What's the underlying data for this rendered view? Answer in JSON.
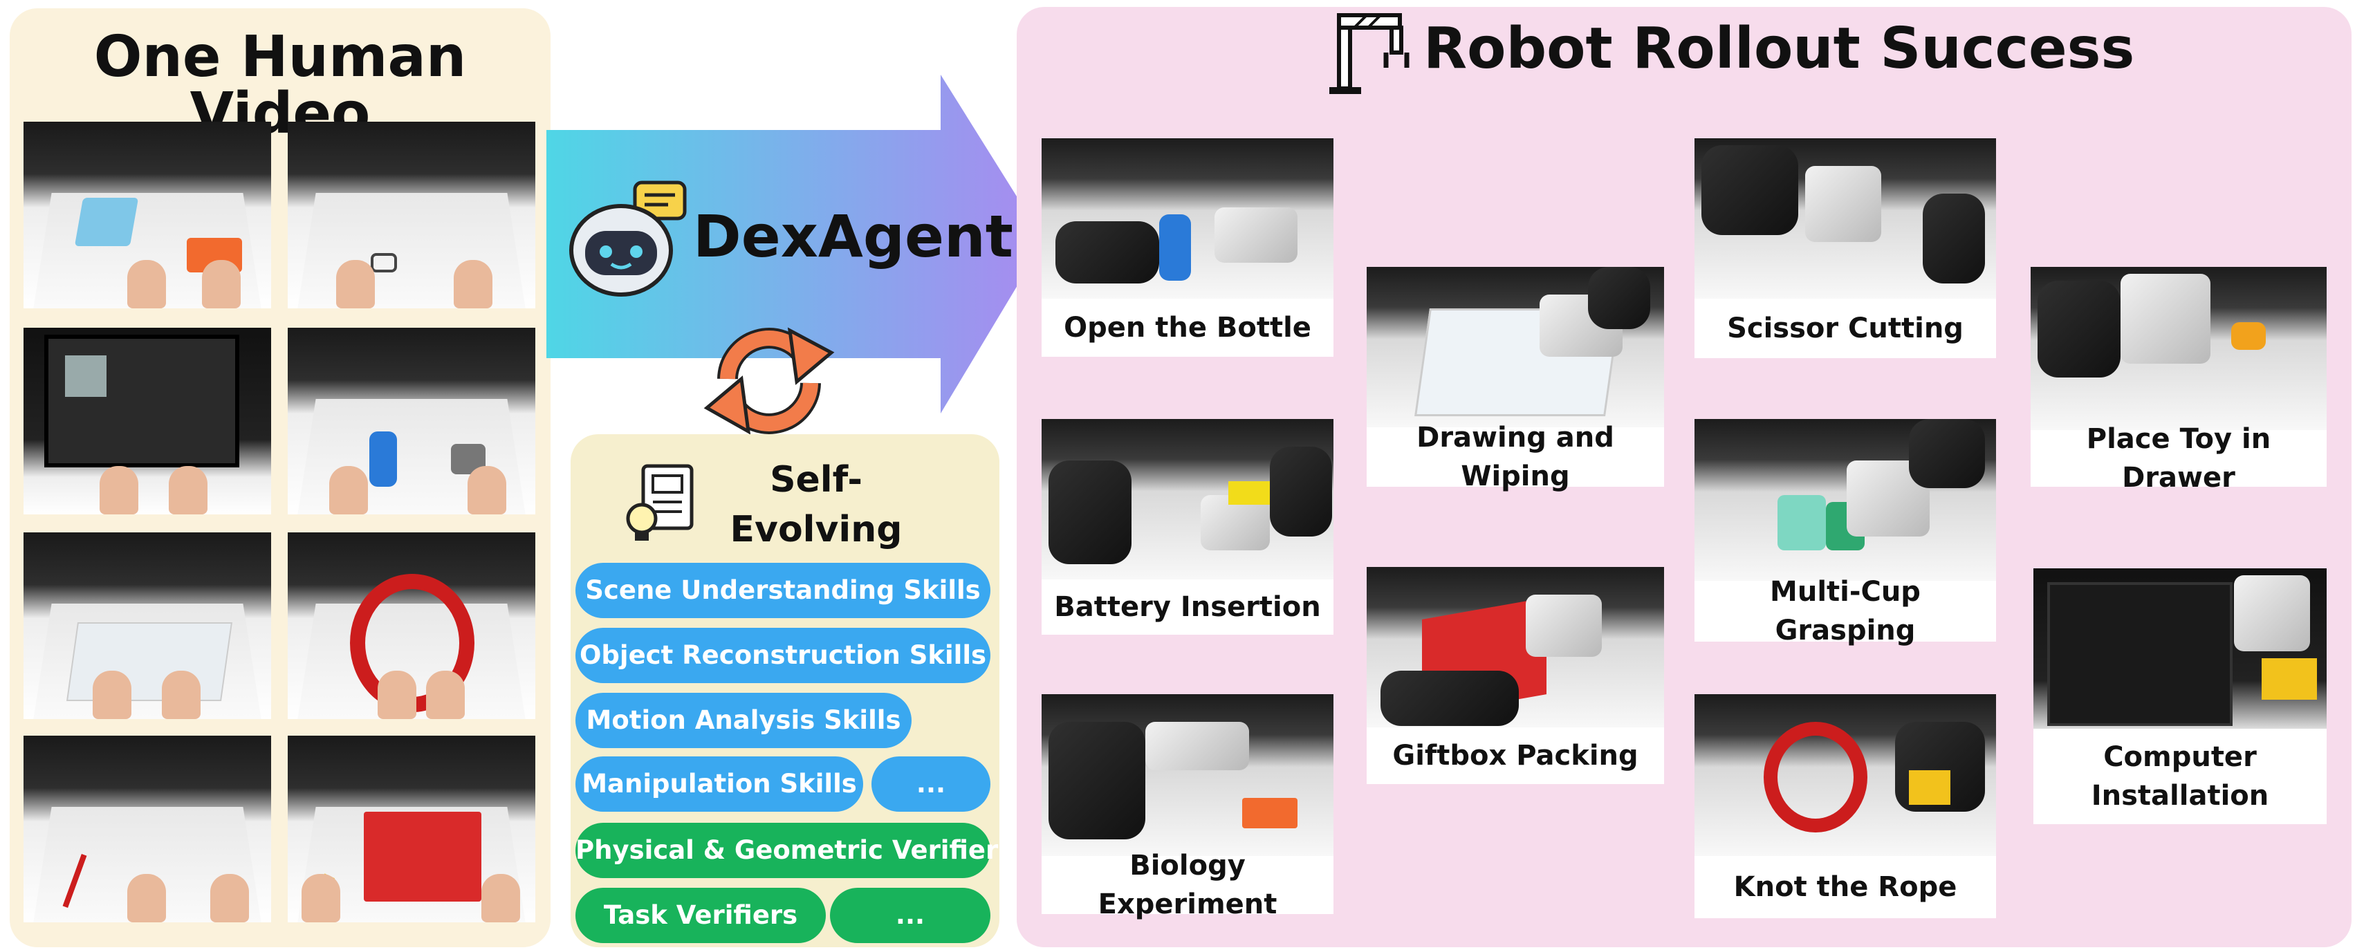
{
  "left": {
    "title": "One Human Video"
  },
  "center": {
    "agent_label": "DexAgent",
    "library": {
      "title_line1": "Self-Evolving",
      "title_line2": "Tool Library",
      "items": [
        {
          "label": "Scene Understanding Skills",
          "color": "#3aa8f0"
        },
        {
          "label": "Object Reconstruction Skills",
          "color": "#3aa8f0"
        },
        {
          "label": "Motion Analysis Skills",
          "color": "#3aa8f0"
        },
        {
          "label": "Manipulation Skills",
          "color": "#3aa8f0"
        },
        {
          "label": "...",
          "color": "#3aa8f0"
        },
        {
          "label": "Physical & Geometric Verifiers",
          "color": "#18b35b"
        },
        {
          "label": "Task Verifiers",
          "color": "#18b35b"
        },
        {
          "label": "...",
          "color": "#18b35b"
        }
      ]
    }
  },
  "right": {
    "title": "Robot Rollout Success",
    "tasks": [
      {
        "label": "Open the Bottle"
      },
      {
        "label": "Battery Insertion"
      },
      {
        "label": "Biology Experiment"
      },
      {
        "label": "Drawing and Wiping"
      },
      {
        "label": "Giftbox Packing"
      },
      {
        "label": "Scissor Cutting"
      },
      {
        "label": "Multi-Cup Grasping"
      },
      {
        "label": "Knot the Rope"
      },
      {
        "label": "Place Toy in Drawer"
      },
      {
        "label": "Computer Installation"
      }
    ]
  },
  "colors": {
    "left_panel": "#fbf2dc",
    "right_panel": "#f7dcec",
    "library_panel": "#f6efce",
    "arrow_start": "#4fd6e6",
    "arrow_end": "#a98af0",
    "skill_blue": "#3aa8f0",
    "verifier_green": "#18b35b",
    "cycle_orange": "#f27c4a"
  }
}
